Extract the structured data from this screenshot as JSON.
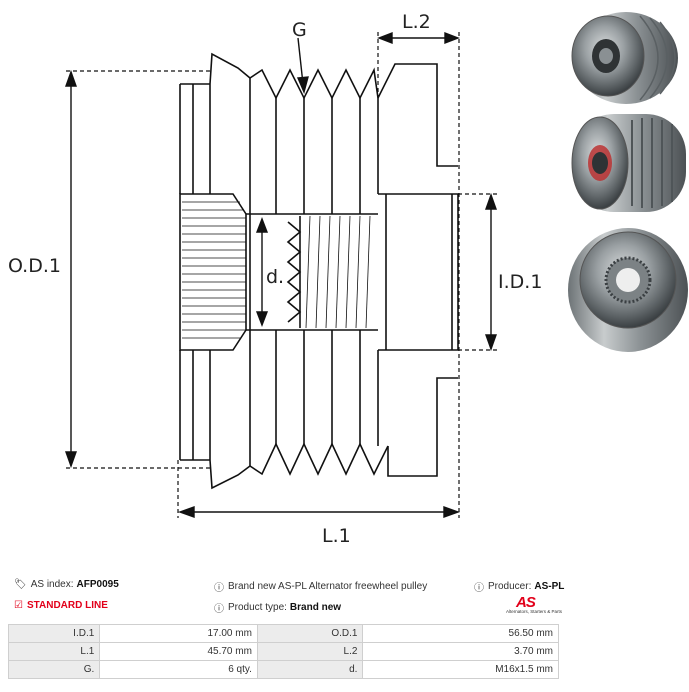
{
  "diagram": {
    "labels": {
      "groove": "G",
      "length2": "L.2",
      "outer_diameter": "O.D.1",
      "thread": "d.",
      "inner_diameter": "I.D.1",
      "length1": "L.1"
    }
  },
  "info": {
    "as_index_label": "AS index:",
    "as_index_value": "AFP0095",
    "description": "Brand new AS-PL Alternator freewheel pulley",
    "producer_label": "Producer:",
    "producer_value": "AS-PL",
    "line": "STANDARD LINE",
    "product_type_label": "Product type:",
    "product_type_value": "Brand new"
  },
  "logo": {
    "mark": "AS",
    "tagline": "Alternators, Starters & Parts",
    "color": "#e2001a"
  },
  "specs": [
    [
      "I.D.1",
      "17.00 mm",
      "O.D.1",
      "56.50 mm"
    ],
    [
      "L.1",
      "45.70 mm",
      "L.2",
      "3.70 mm"
    ],
    [
      "G.",
      "6 qty.",
      "d.",
      "M16x1.5 mm"
    ]
  ],
  "icons": {
    "tag": "tag-icon",
    "info": "info-circle-icon",
    "check": "checkbox-check-icon"
  }
}
